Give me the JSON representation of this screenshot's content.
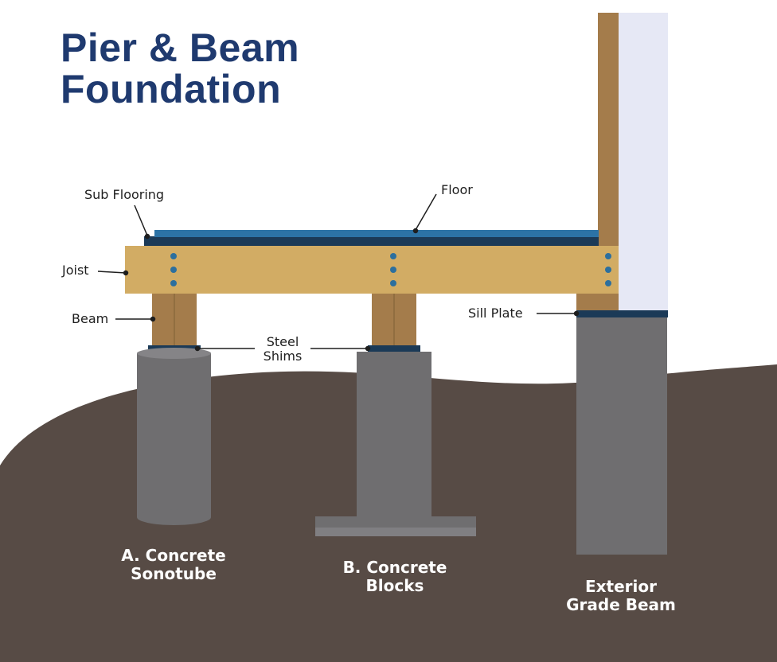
{
  "title": {
    "line1": "Pier & Beam",
    "line2": "Foundation"
  },
  "labels": {
    "sub_flooring": "Sub Flooring",
    "floor": "Floor",
    "joist": "Joist",
    "beam": "Beam",
    "steel_shims_line1": "Steel",
    "steel_shims_line2": "Shims",
    "sill_plate": "Sill Plate"
  },
  "captions": {
    "a_line1": "A.  Concrete",
    "a_line2": "Sonotube",
    "b_line1": "B. Concrete",
    "b_line2": "Blocks",
    "c_line1": "Exterior",
    "c_line2": "Grade Beam"
  },
  "colors": {
    "title": "#1f3a6f",
    "soil": "#574b45",
    "lumber": "#d2ac64",
    "lumber_dark": "#a47c4b",
    "concrete": "#6f6e70",
    "concrete_light": "#807f82",
    "floor_blue": "#2c73a6",
    "subfloor_navy": "#1b3a57",
    "wall": "#e6e8f5"
  }
}
